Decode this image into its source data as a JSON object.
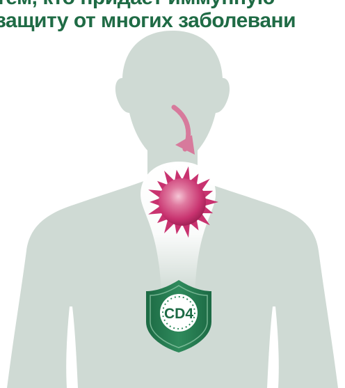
{
  "heading": {
    "line_1": "тем, кто придает иммунную",
    "line_2": "защиту от многих заболевани"
  },
  "shield": {
    "label": "CD4"
  },
  "colors": {
    "heading": "#1f6b45",
    "silhouette": "#cfdad4",
    "virus": "#c8326f",
    "arrow": "#d77a9c",
    "shield_dark": "#1c6a44",
    "shield_light": "#2f8a5c"
  },
  "icons": {
    "virus": "virus-icon",
    "arrow": "curved-arrow-icon",
    "shield": "shield-icon"
  }
}
